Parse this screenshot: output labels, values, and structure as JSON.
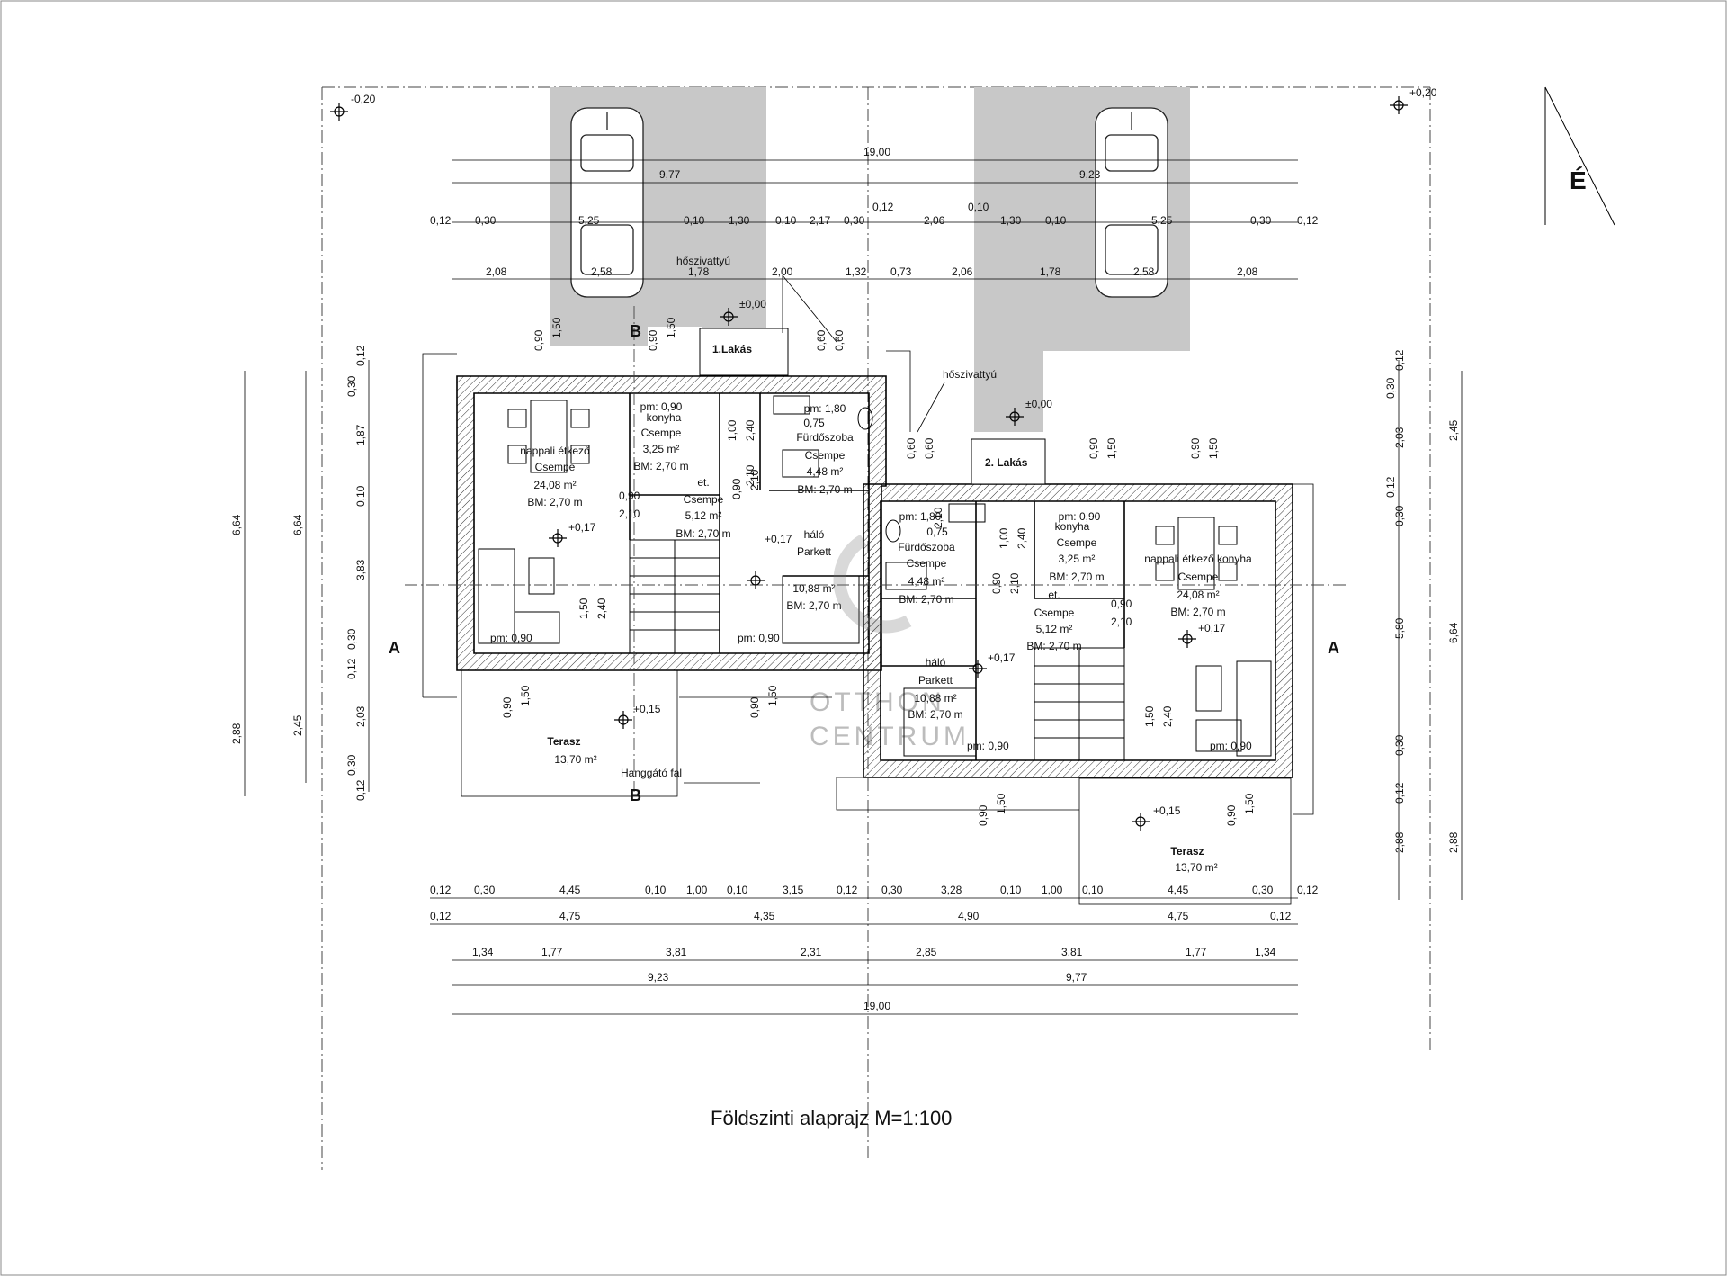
{
  "title": "Földszinti alaprajz M=1:100",
  "north": "É",
  "section_markers": {
    "a_left": "A",
    "a_right": "A",
    "b_top": "B",
    "b_bottom": "B"
  },
  "levels": [
    "-0,20",
    "+0,20",
    "±0,00",
    "±0,00",
    "+0,17",
    "+0,17",
    "+0,17",
    "+0,17",
    "+0,15",
    "+0,15"
  ],
  "units": [
    {
      "label": "1.Lakás"
    },
    {
      "label": "2. Lakás"
    }
  ],
  "heatpump": "hőszivattyú",
  "heatpump2": "hőszivattyú",
  "wall_note": "Hanggátó fal",
  "rooms_left": {
    "living": [
      "nappali étkező",
      "Csempe",
      "24,08 m²",
      "BM: 2,70 m"
    ],
    "kitchen": [
      "pm: 0,90",
      "konyha",
      "Csempe",
      "3,25 m²",
      "BM: 2,70 m"
    ],
    "bath": [
      "pm: 1,80",
      "0,75",
      "Fürdőszoba",
      "Csempe",
      "4,48 m²",
      "BM: 2,70 m"
    ],
    "hall": [
      "et.",
      "Csempe",
      "5,12 m²",
      "BM: 2,70 m"
    ],
    "bed": [
      "háló",
      "Parkett",
      "10,88 m²",
      "BM: 2,70 m"
    ],
    "terrace": [
      "Terasz",
      "13,70 m²"
    ],
    "sill1": "pm: 0,90",
    "sill2": "pm: 0,90"
  },
  "rooms_right": {
    "living": [
      "nappali étkező konyha",
      "Csempe",
      "24,08 m²",
      "BM: 2,70 m"
    ],
    "kitchen": [
      "pm: 0,90",
      "konyha",
      "Csempe",
      "3,25 m²",
      "BM: 2,70 m"
    ],
    "bath": [
      "pm: 1,80",
      "0,75",
      "Fürdőszoba",
      "Csempe",
      "4,48 m²",
      "BM: 2,70 m"
    ],
    "hall": [
      "et.",
      "Csempe",
      "5,12 m²",
      "BM: 2,70 m"
    ],
    "bed": [
      "háló",
      "Parkett",
      "10,88 m²",
      "BM: 2,70 m"
    ],
    "terrace": [
      "Terasz",
      "13,70 m²"
    ],
    "sill1": "pm: 0,90",
    "sill2": "pm: 0,90"
  },
  "dims_top": {
    "row1": [
      "19,00"
    ],
    "row2": [
      "9,77",
      "9,23"
    ],
    "row3": [
      "0,12",
      "0,30",
      "5,25",
      "0,10",
      "1,30",
      "0,10",
      "2,17",
      "0,30",
      "0,12",
      "2,06",
      "0,10",
      "1,30",
      "0,10",
      "5,25",
      "0,30",
      "0,12"
    ],
    "row4": [
      "2,08",
      "2,58",
      "1,78",
      "2,00",
      "1,32",
      "0,73",
      "2,06",
      "1,78",
      "2,58",
      "2,08"
    ]
  },
  "dims_bottom": {
    "row1": [
      "0,12",
      "0,30",
      "4,45",
      "0,10",
      "1,00",
      "0,10",
      "3,15",
      "0,12",
      "0,30",
      "3,28",
      "0,10",
      "1,00",
      "0,10",
      "4,45",
      "0,30",
      "0,12"
    ],
    "row2": [
      "0,12",
      "4,75",
      "4,35",
      "4,90",
      "4,75",
      "0,12"
    ],
    "row3": [
      "1,34",
      "1,77",
      "3,81",
      "2,31",
      "2,85",
      "3,81",
      "1,77",
      "1,34"
    ],
    "row4": [
      "9,23",
      "9,77"
    ],
    "row5": [
      "19,00"
    ]
  },
  "dims_left": {
    "inner": [
      "0,12",
      "0,30",
      "1,87",
      "0,10",
      "3,83",
      "0,30",
      "0,12",
      "2,03",
      "0,30",
      "0,12"
    ],
    "mid": [
      "6,64",
      "2,45"
    ],
    "outer": [
      "6,64",
      "2,88"
    ]
  },
  "dims_right": {
    "inner": [
      "0,12",
      "0,30",
      "2,03",
      "0,12",
      "0,30",
      "5,80",
      "0,30",
      "0,12"
    ],
    "mid": [
      "2,45",
      "6,64",
      "2,88"
    ],
    "outer": [
      "2,88"
    ]
  },
  "window_dims": {
    "pairs": [
      [
        "0,90",
        "1,50"
      ],
      [
        "0,90",
        "1,50"
      ],
      [
        "0,60",
        "0,60"
      ],
      [
        "0,60",
        "0,60"
      ],
      [
        "0,90",
        "1,50"
      ],
      [
        "0,90",
        "1,50"
      ],
      [
        "0,90",
        "1,50"
      ],
      [
        "0,90",
        "1,50"
      ],
      [
        "0,90",
        "1,50"
      ],
      [
        "0,90",
        "1,50"
      ]
    ],
    "doors": [
      [
        "1,00",
        "2,40"
      ],
      [
        "0,90",
        "2,10"
      ],
      [
        "0,90",
        "2,10"
      ],
      [
        "1,50",
        "2,40"
      ],
      [
        "1,00",
        "2,40"
      ],
      [
        "0,90",
        "2,10"
      ],
      [
        "0,90",
        "2,10"
      ],
      [
        "1,50",
        "2,40"
      ]
    ],
    "misc": [
      "2,10",
      "2,10"
    ]
  },
  "watermark": [
    "OTTHON",
    "CENTRUM"
  ]
}
